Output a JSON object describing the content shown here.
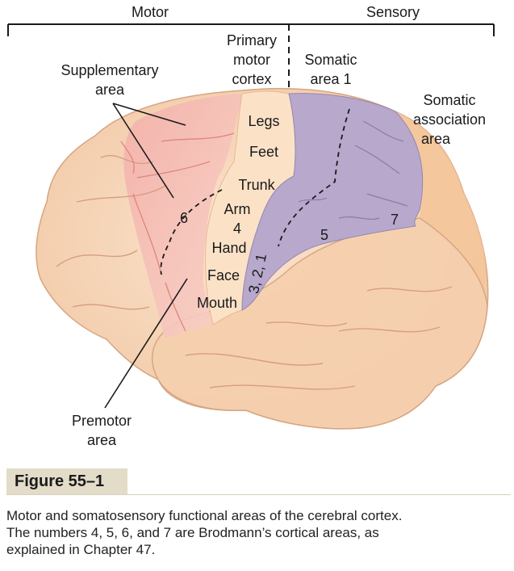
{
  "header": {
    "motor": "Motor",
    "sensory": "Sensory"
  },
  "labels": {
    "primary_motor_cortex": [
      "Primary",
      "motor",
      "cortex"
    ],
    "somatic_area_1": [
      "Somatic",
      "area 1"
    ],
    "supplementary_area": [
      "Supplementary",
      "area"
    ],
    "somatic_association_area": [
      "Somatic",
      "association",
      "area"
    ],
    "premotor_area": [
      "Premotor",
      "area"
    ],
    "legs": "Legs",
    "feet": "Feet",
    "trunk": "Trunk",
    "arm": "Arm",
    "area_4": "4",
    "hand": "Hand",
    "face": "Face",
    "mouth": "Mouth",
    "area_6": "6",
    "area_5": "5",
    "area_7": "7",
    "area_3_2_1": "3, 2, 1"
  },
  "colors": {
    "brain": "#f6d3b4",
    "motor_region": "#f4bcb5",
    "sensory_region": "#b7a8cc",
    "association": "#f5c69a",
    "caption_bar": "#e2dcc9"
  },
  "caption": {
    "figure_label": "Figure 55–1",
    "lines": [
      "Motor and somatosensory functional areas of the cerebral cortex.",
      "The numbers 4, 5, 6, and 7 are Brodmann’s cortical areas, as",
      "explained in Chapter 47."
    ]
  }
}
